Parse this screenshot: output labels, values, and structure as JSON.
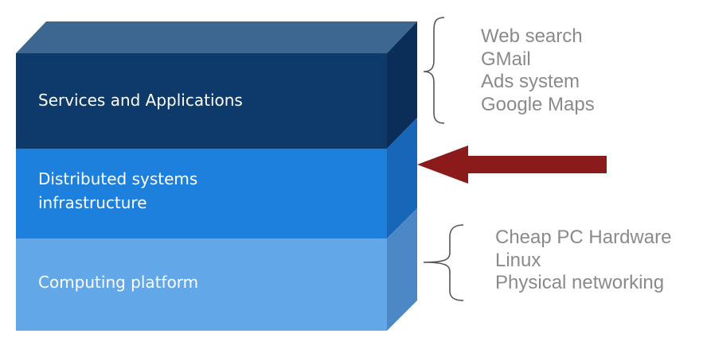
{
  "colors": {
    "services_front": "#0d3a6b",
    "services_top": "#3d6690",
    "services_side": "#0a2e57",
    "distributed_front": "#1e80dd",
    "distributed_side": "#1866b8",
    "computing_front": "#62a7e8",
    "computing_side": "#4d88c6",
    "arrow": "#8b1a1a",
    "brace": "#555555",
    "list_text": "#8a8a8a"
  },
  "layers": {
    "services": {
      "label": "Services and Applications"
    },
    "distributed": {
      "label_line1": "Distributed systems",
      "label_line2": "infrastructure"
    },
    "computing": {
      "label": "Computing platform"
    }
  },
  "top_group": {
    "items": [
      "Web search",
      "GMail",
      "Ads system",
      "Google Maps"
    ]
  },
  "bottom_group": {
    "items": [
      "Cheap PC Hardware",
      "Linux",
      "Physical networking"
    ]
  }
}
